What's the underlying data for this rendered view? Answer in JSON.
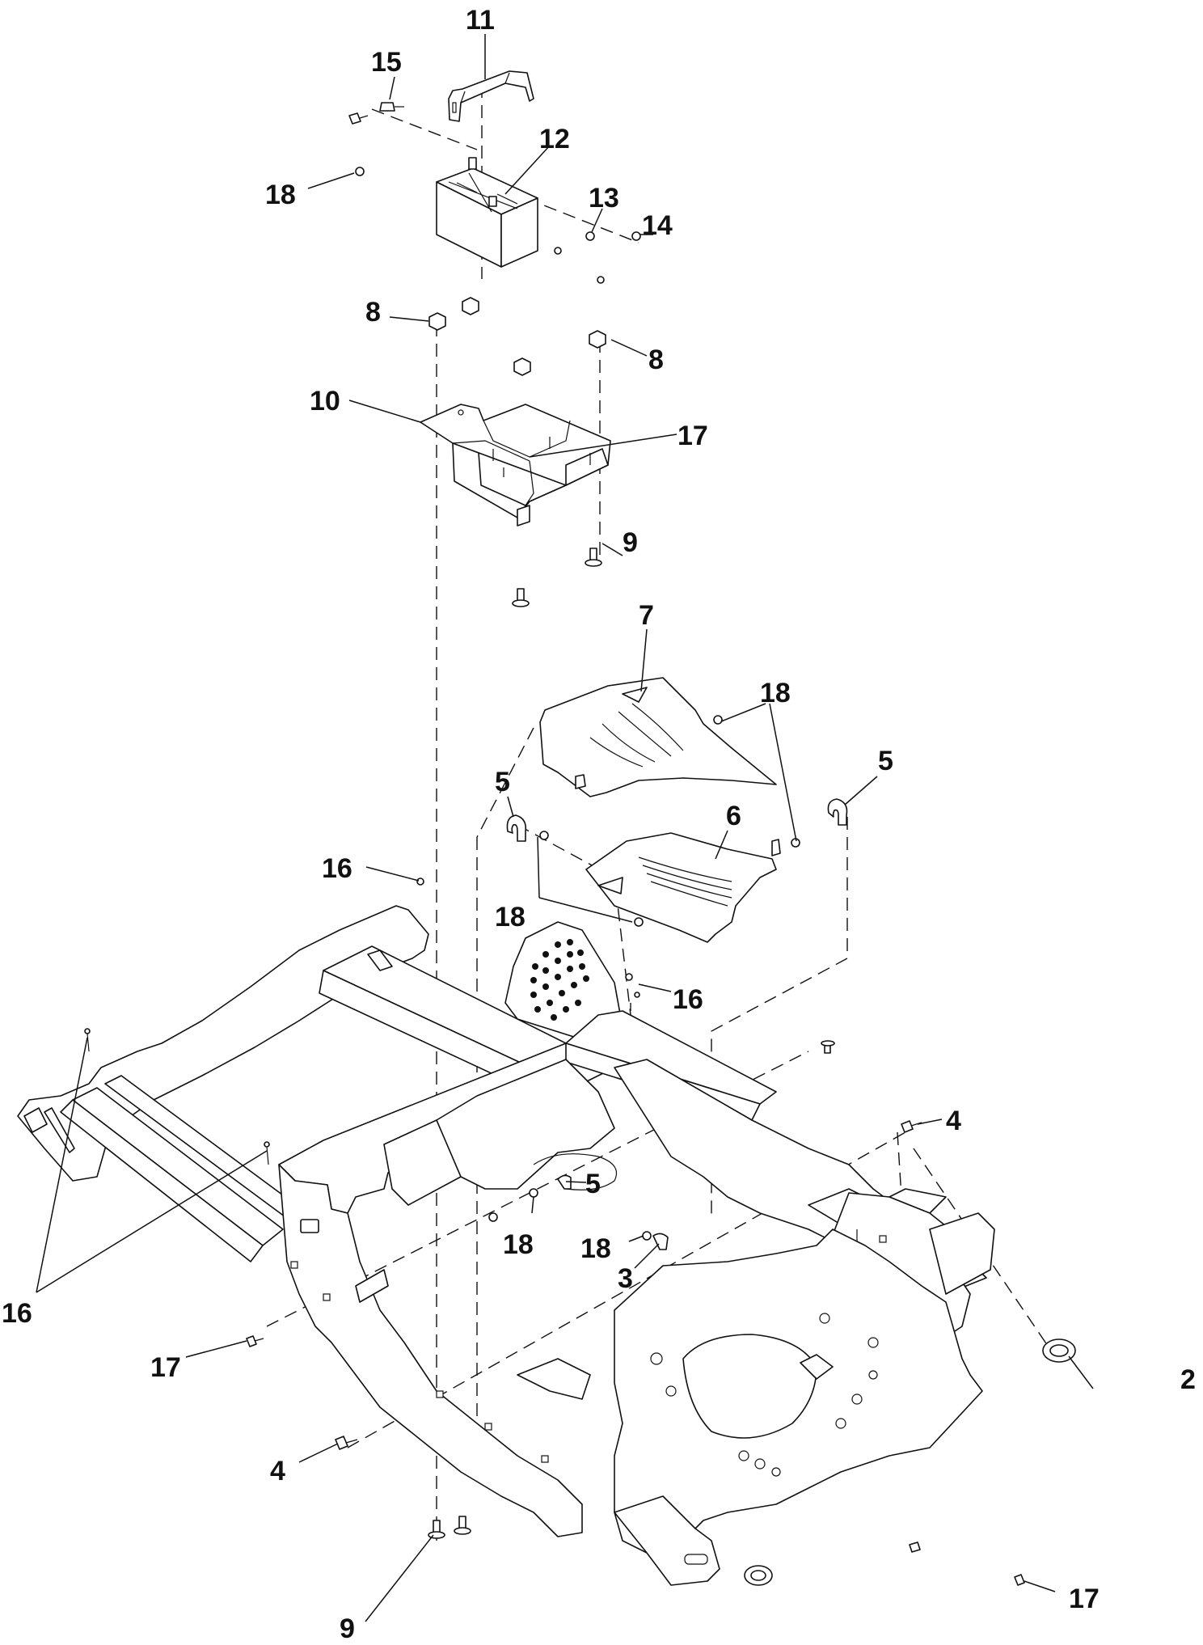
{
  "callouts": [
    {
      "id": "c11",
      "label": "11"
    },
    {
      "id": "c15",
      "label": "15"
    },
    {
      "id": "c12",
      "label": "12"
    },
    {
      "id": "c18a",
      "label": "18"
    },
    {
      "id": "c13",
      "label": "13"
    },
    {
      "id": "c14",
      "label": "14"
    },
    {
      "id": "c8a",
      "label": "8"
    },
    {
      "id": "c8b",
      "label": "8"
    },
    {
      "id": "c10",
      "label": "10"
    },
    {
      "id": "c17a",
      "label": "17"
    },
    {
      "id": "c9a",
      "label": "9"
    },
    {
      "id": "c7",
      "label": "7"
    },
    {
      "id": "c18b",
      "label": "18"
    },
    {
      "id": "c5a",
      "label": "5"
    },
    {
      "id": "c5b",
      "label": "5"
    },
    {
      "id": "c6",
      "label": "6"
    },
    {
      "id": "c16a",
      "label": "16"
    },
    {
      "id": "c18c",
      "label": "18"
    },
    {
      "id": "c16b",
      "label": "16"
    },
    {
      "id": "c4a",
      "label": "4"
    },
    {
      "id": "c5c",
      "label": "5"
    },
    {
      "id": "c18d",
      "label": "18"
    },
    {
      "id": "c18e",
      "label": "18"
    },
    {
      "id": "c3",
      "label": "3"
    },
    {
      "id": "c16c",
      "label": "16"
    },
    {
      "id": "c17b",
      "label": "17"
    },
    {
      "id": "c2",
      "label": "2"
    },
    {
      "id": "c4b",
      "label": "4"
    },
    {
      "id": "c17c",
      "label": "17"
    },
    {
      "id": "c9b",
      "label": "9"
    }
  ]
}
